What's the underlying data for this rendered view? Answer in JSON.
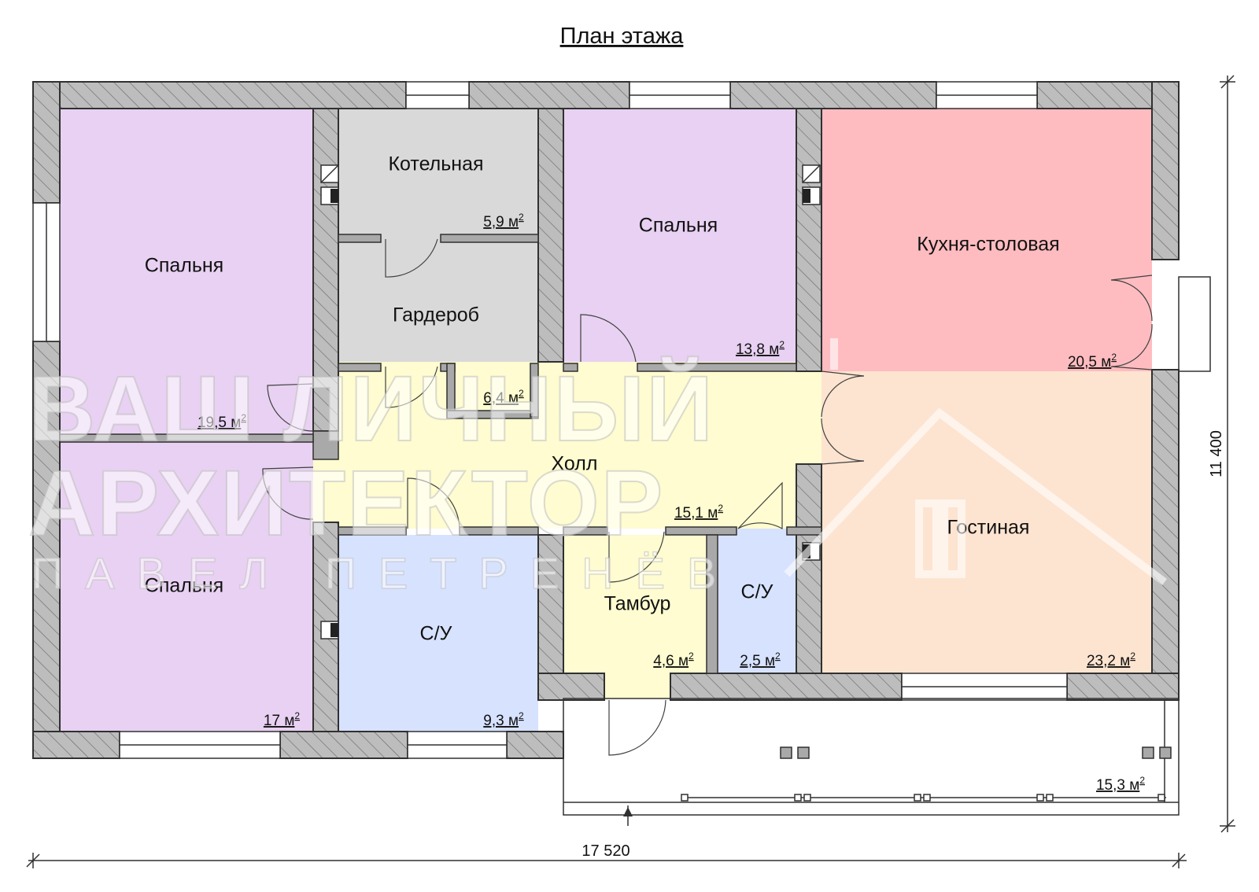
{
  "title": "План этажа",
  "rooms": {
    "bedroom_top_left": {
      "label": "Спальня",
      "area": "19,5 м",
      "color": "#e8d1f2"
    },
    "boiler": {
      "label": "Котельная",
      "area": "5,9 м",
      "color": "#d9d9d9"
    },
    "wardrobe": {
      "label": "Гардероб",
      "area": "6,4 м",
      "color": "#d9d9d9"
    },
    "bedroom_top_mid": {
      "label": "Спальня",
      "area": "13,8 м",
      "color": "#e8d1f2"
    },
    "kitchen": {
      "label": "Кухня-столовая",
      "area": "20,5 м",
      "color": "#ffbcc0"
    },
    "hall": {
      "label": "Холл",
      "area": "15,1 м",
      "color": "#fefcd0"
    },
    "bedroom_bottom_left": {
      "label": "Спальня",
      "area": "17 м",
      "color": "#e8d1f2"
    },
    "bathroom_big": {
      "label": "С/У",
      "area": "9,3 м",
      "color": "#d7e2ff"
    },
    "vestibule": {
      "label": "Тамбур",
      "area": "4,6 м",
      "color": "#fefcd0"
    },
    "bathroom_small": {
      "label": "С/У",
      "area": "2,5 м",
      "color": "#d7e2ff"
    },
    "living": {
      "label": "Гостиная",
      "area": "23,2 м",
      "color": "#fde4d0"
    },
    "terrace": {
      "area": "15,3 м"
    }
  },
  "area_unit_sup": "2",
  "dimensions": {
    "width": "17 520",
    "height": "11 400"
  },
  "watermark": {
    "line1": "ВАШ ЛИЧНЫЙ",
    "line2": "АРХИТЕКТОР",
    "line3": "ПАВЕЛ ПЕТРЕНЁВ"
  },
  "colors": {
    "wall": "#bdbdbd",
    "outline": "#303030"
  }
}
